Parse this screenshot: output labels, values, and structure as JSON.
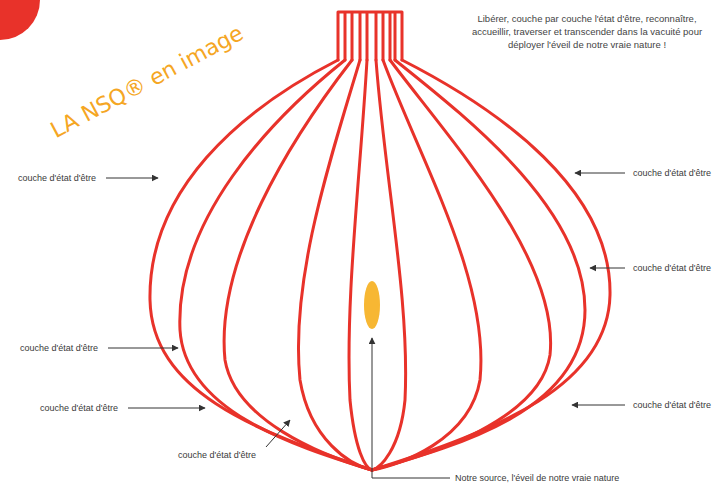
{
  "diagram": {
    "title": "LA NSQ® en image",
    "labels": [
      "Libérer, couche par couche l'état d'être, reconnaître, accueillir, traverser et transcender dans la vacuité pour déployer l'éveil de notre vraie nature !",
      "couche d'état d'être",
      "couche d'état d'être",
      "couche d'état d'être",
      "couche d'état d'être",
      "couche d'état d'être",
      "couche d'état d'être",
      "couche d'état d'être",
      "Notre source, l'éveil de notre vraie nature"
    ]
  }
}
